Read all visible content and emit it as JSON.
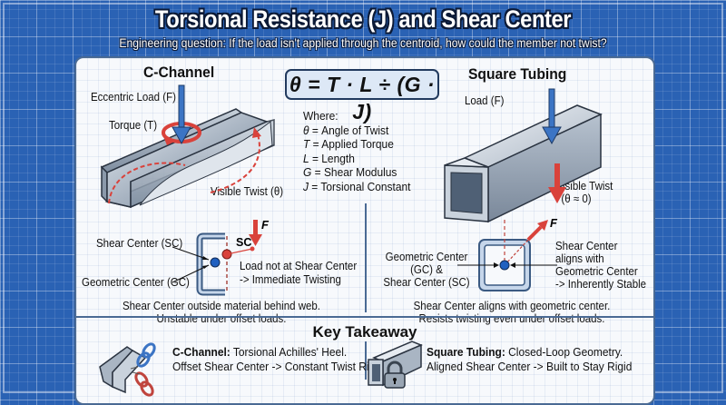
{
  "header": {
    "title": "Torsional Resistance (J) and Shear Center",
    "subtitle": "Engineering question: If the load isn't applied through the centroid, how could the member not twist?"
  },
  "colors": {
    "blueprint": "#2a62b4",
    "panel_border": "#4a6a94",
    "load_arrow": "#3b74c4",
    "red_accent": "#d9423b",
    "center_dot_blue": "#2060c0"
  },
  "formula": {
    "expression": "θ = T · L ÷ (G · J)",
    "where_label": "Where:",
    "definitions": [
      {
        "symbol": "θ",
        "meaning": " = Angle of Twist"
      },
      {
        "symbol": "T",
        "meaning": " = Applied Torque"
      },
      {
        "symbol": "L",
        "meaning": " = Length"
      },
      {
        "symbol": "G",
        "meaning": " = Shear Modulus"
      },
      {
        "symbol": "J",
        "meaning": " = Torsional Constant"
      }
    ]
  },
  "c_channel": {
    "title": "C-Channel",
    "eccentric_load": "Eccentric Load (F)",
    "torque": "Torque (T)",
    "visible_twist": "Visible Twist (θ)",
    "section": {
      "shear_center_label": "Shear Center (SC)",
      "geometric_center_label": "Geometric Center (GC)",
      "sc_tag": "SC",
      "force_tag": "F",
      "note_line1": "Load not at Shear Center",
      "note_line2": "-> Immediate Twisting"
    },
    "caption_line1": "Shear Center outside material behind web.",
    "caption_line2": "Unstable under offset loads."
  },
  "square_tubing": {
    "title": "Square Tubing",
    "load": "Load (F)",
    "no_twist_line1": "No Visible Twist",
    "no_twist_line2": "(θ ≈ 0)",
    "section": {
      "center_label_line1": "Geometric Center",
      "center_label_line2": "(GC) &",
      "center_label_line3": "Shear Center (SC)",
      "force_tag": "F",
      "note_line1": "Shear Center",
      "note_line2": "aligns with",
      "note_line3": "Geometric Center",
      "note_line4": "-> Inherently Stable"
    },
    "caption_line1": "Shear Center aligns with geometric center.",
    "caption_line2": "Resists twisting even under offset loads."
  },
  "takeaway": {
    "heading": "Key Takeaway",
    "items": [
      {
        "name": "C-Channel:",
        "line1": " Torsional Achilles' Heel.",
        "line2": "Offset Shear Center -> Constant Twist Risk"
      },
      {
        "name": "Square Tubing:",
        "line1": " Closed-Loop Geometry.",
        "line2": "Aligned Shear Center -> Built to Stay Rigid"
      }
    ]
  }
}
